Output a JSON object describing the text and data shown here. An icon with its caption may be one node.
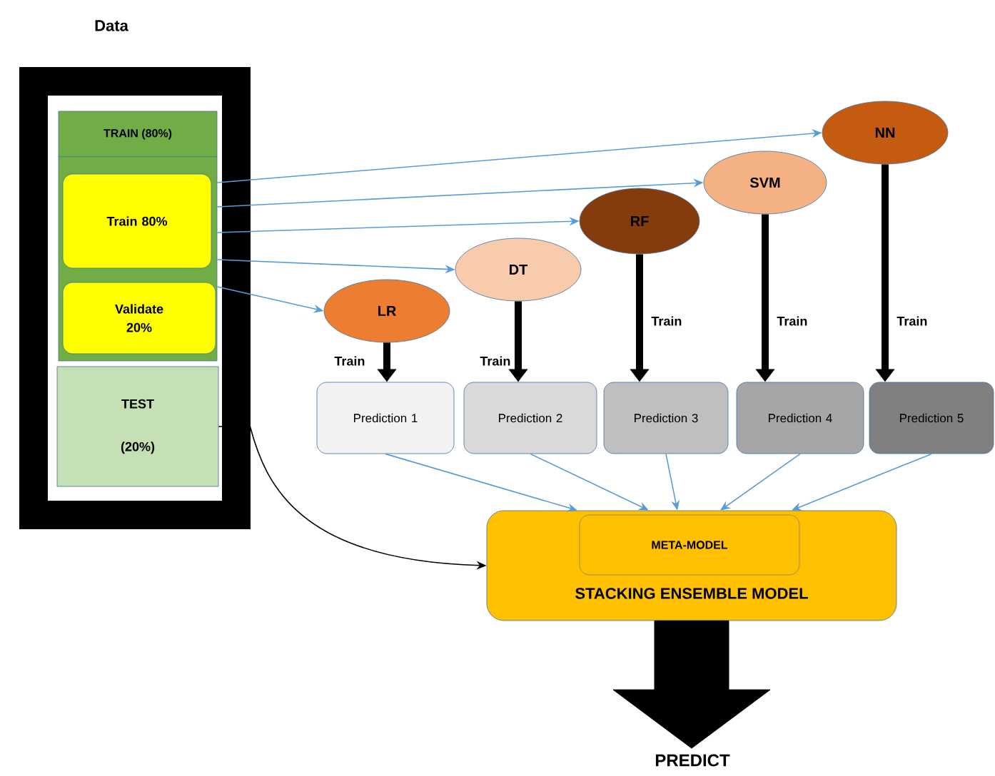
{
  "diagram": {
    "nodes": [
      {
        "text": [
          "Data"
        ]
      },
      {
        "text": [
          "TRAIN (80%)"
        ],
        "in": 0
      },
      {
        "text": [
          "Train 80%"
        ],
        "in": 1
      },
      {
        "text": [
          "Validate 20%"
        ],
        "in": 1
      },
      {
        "text": [
          "TEST (20%)"
        ],
        "in": 0
      },
      {
        "text": [
          "LR"
        ]
      },
      {
        "text": [
          "DT"
        ]
      },
      {
        "text": [
          "RF"
        ]
      },
      {
        "text": [
          "SVM"
        ]
      },
      {
        "text": [
          "NN"
        ]
      },
      {
        "text": [
          "Prediction 1"
        ]
      },
      {
        "text": [
          "Prediction 2"
        ]
      },
      {
        "text": [
          "Prediction 3"
        ]
      },
      {
        "text": [
          "Prediction 4"
        ]
      },
      {
        "text": [
          "Prediction 5"
        ]
      },
      {
        "text": [
          "STACKING ENSEMBLE MODEL"
        ]
      },
      {
        "text": [
          "META-MODEL"
        ],
        "in": 15
      },
      {
        "text": [
          "PREDICT"
        ]
      }
    ],
    "edges": [
      {
        "from": 1,
        "to": 5,
        "arrow": "to"
      },
      {
        "from": 1,
        "to": 6,
        "arrow": "to"
      },
      {
        "from": 1,
        "to": 7,
        "arrow": "to"
      },
      {
        "from": 1,
        "to": 8,
        "arrow": "to"
      },
      {
        "from": 1,
        "to": 9,
        "arrow": "to"
      },
      {
        "from": 5,
        "to": 10,
        "arrow": "to",
        "label": "Train",
        "style": "thick",
        "color": "#000000"
      },
      {
        "from": 6,
        "to": 11,
        "arrow": "to",
        "label": "Train",
        "style": "thick",
        "color": "#000000"
      },
      {
        "from": 7,
        "to": 12,
        "arrow": "to",
        "label": "Train",
        "style": "thick",
        "color": "#000000"
      },
      {
        "from": 8,
        "to": 13,
        "arrow": "to",
        "label": "Train",
        "style": "thick",
        "color": "#000000"
      },
      {
        "from": 9,
        "to": 14,
        "arrow": "to",
        "label": "Train",
        "style": "thick",
        "color": "#000000"
      },
      {
        "from": 10,
        "to": 15,
        "arrow": "to"
      },
      {
        "from": 11,
        "to": 15,
        "arrow": "to"
      },
      {
        "from": 12,
        "to": 15,
        "arrow": "to"
      },
      {
        "from": 13,
        "to": 15,
        "arrow": "to"
      },
      {
        "from": 14,
        "to": 15,
        "arrow": "to"
      },
      {
        "from": 4,
        "to": 15,
        "arrow": "to",
        "color": "#000000"
      },
      {
        "from": 15,
        "to": 17,
        "arrow": "to",
        "style": "thick",
        "color": "#000000"
      }
    ]
  }
}
